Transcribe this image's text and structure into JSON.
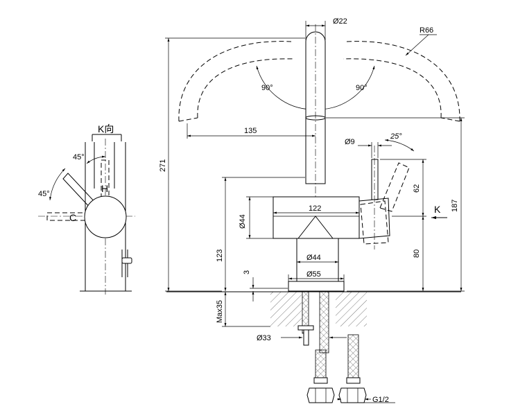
{
  "side_view": {
    "title": "K向",
    "angle_top": "45°",
    "angle_left": "45°",
    "hot_label": "H",
    "cold_label": "C"
  },
  "front_view": {
    "spout_diameter": "Ø22",
    "spout_radius": "R66",
    "swivel_left": "90°",
    "swivel_right": "90°",
    "reach": "135",
    "lever_diameter": "Ø9",
    "lever_angle": "25°",
    "total_height": "271",
    "body_diameter": "Ø44",
    "body_length": "122",
    "lever_height": "62",
    "view_label": "K",
    "spout_height": "187",
    "body_height": "123",
    "neck_diameter": "Ø44",
    "base_diameter": "Ø55",
    "base_height": "80",
    "gasket": "3",
    "max_thickness": "Max35",
    "hole_diameter": "Ø33",
    "thread": "G1/2"
  }
}
